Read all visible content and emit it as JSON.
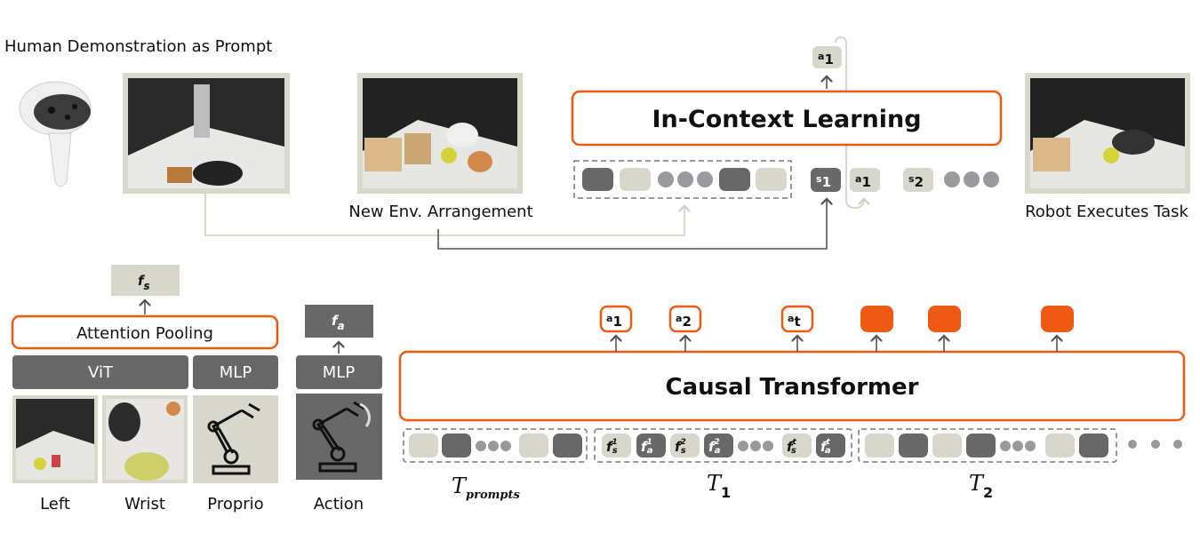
{
  "colors": {
    "accent": "#ee5a14",
    "dark_token": "#686868",
    "light_token": "#d7d7cd",
    "dot": "#9a9a9e",
    "line_light": "#cfcfc4",
    "line_dark": "#555555"
  },
  "top": {
    "prompt_title": "Human Demonstration as Prompt",
    "new_env_label": "New Env. Arrangement",
    "robot_exec_label": "Robot Executes Task",
    "icl_label": "In-Context Learning",
    "output_token": {
      "base": "a",
      "sub": "1"
    },
    "seq_tokens": [
      {
        "base": "s",
        "sub": "1"
      },
      {
        "base": "a",
        "sub": "1"
      },
      {
        "base": "s",
        "sub": "2"
      }
    ]
  },
  "encoder": {
    "fs": {
      "base": "f",
      "sub": "s"
    },
    "fa": {
      "base": "f",
      "sub": "a"
    },
    "attention_pooling": "Attention Pooling",
    "vit": "ViT",
    "mlp_proprio": "MLP",
    "mlp_action": "MLP",
    "inputs": [
      "Left",
      "Wrist",
      "Proprio",
      "Action"
    ]
  },
  "transformer": {
    "label": "Causal Transformer",
    "outputs": [
      {
        "base": "a",
        "sub": "1"
      },
      {
        "base": "a",
        "sub": "2"
      },
      {
        "base": "a",
        "sub": "t"
      }
    ],
    "traj_tokens": [
      {
        "sup": "1",
        "sub": "s"
      },
      {
        "sup": "1",
        "sub": "a"
      },
      {
        "sup": "2",
        "sub": "s"
      },
      {
        "sup": "2",
        "sub": "a"
      },
      {
        "sup": "t",
        "sub": "s"
      },
      {
        "sup": "t",
        "sub": "a"
      }
    ],
    "groups": [
      {
        "base": "T",
        "sub": "prompts"
      },
      {
        "base": "T",
        "sub": "1"
      },
      {
        "base": "T",
        "sub": "2"
      }
    ]
  }
}
